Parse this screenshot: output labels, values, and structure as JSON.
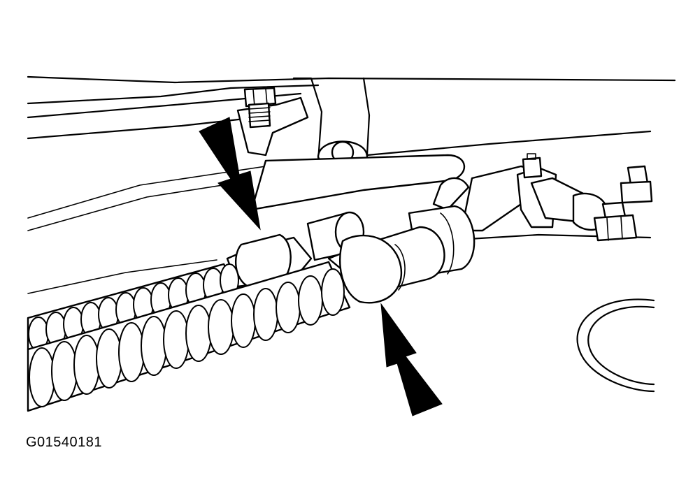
{
  "figure": {
    "code": "G01540181"
  },
  "style": {
    "ink_color": "#000000",
    "paper_color": "#ffffff"
  },
  "callouts": [
    {
      "name": "upper-arrow",
      "direction": "down-right"
    },
    {
      "name": "lower-arrow",
      "direction": "up-left"
    }
  ]
}
